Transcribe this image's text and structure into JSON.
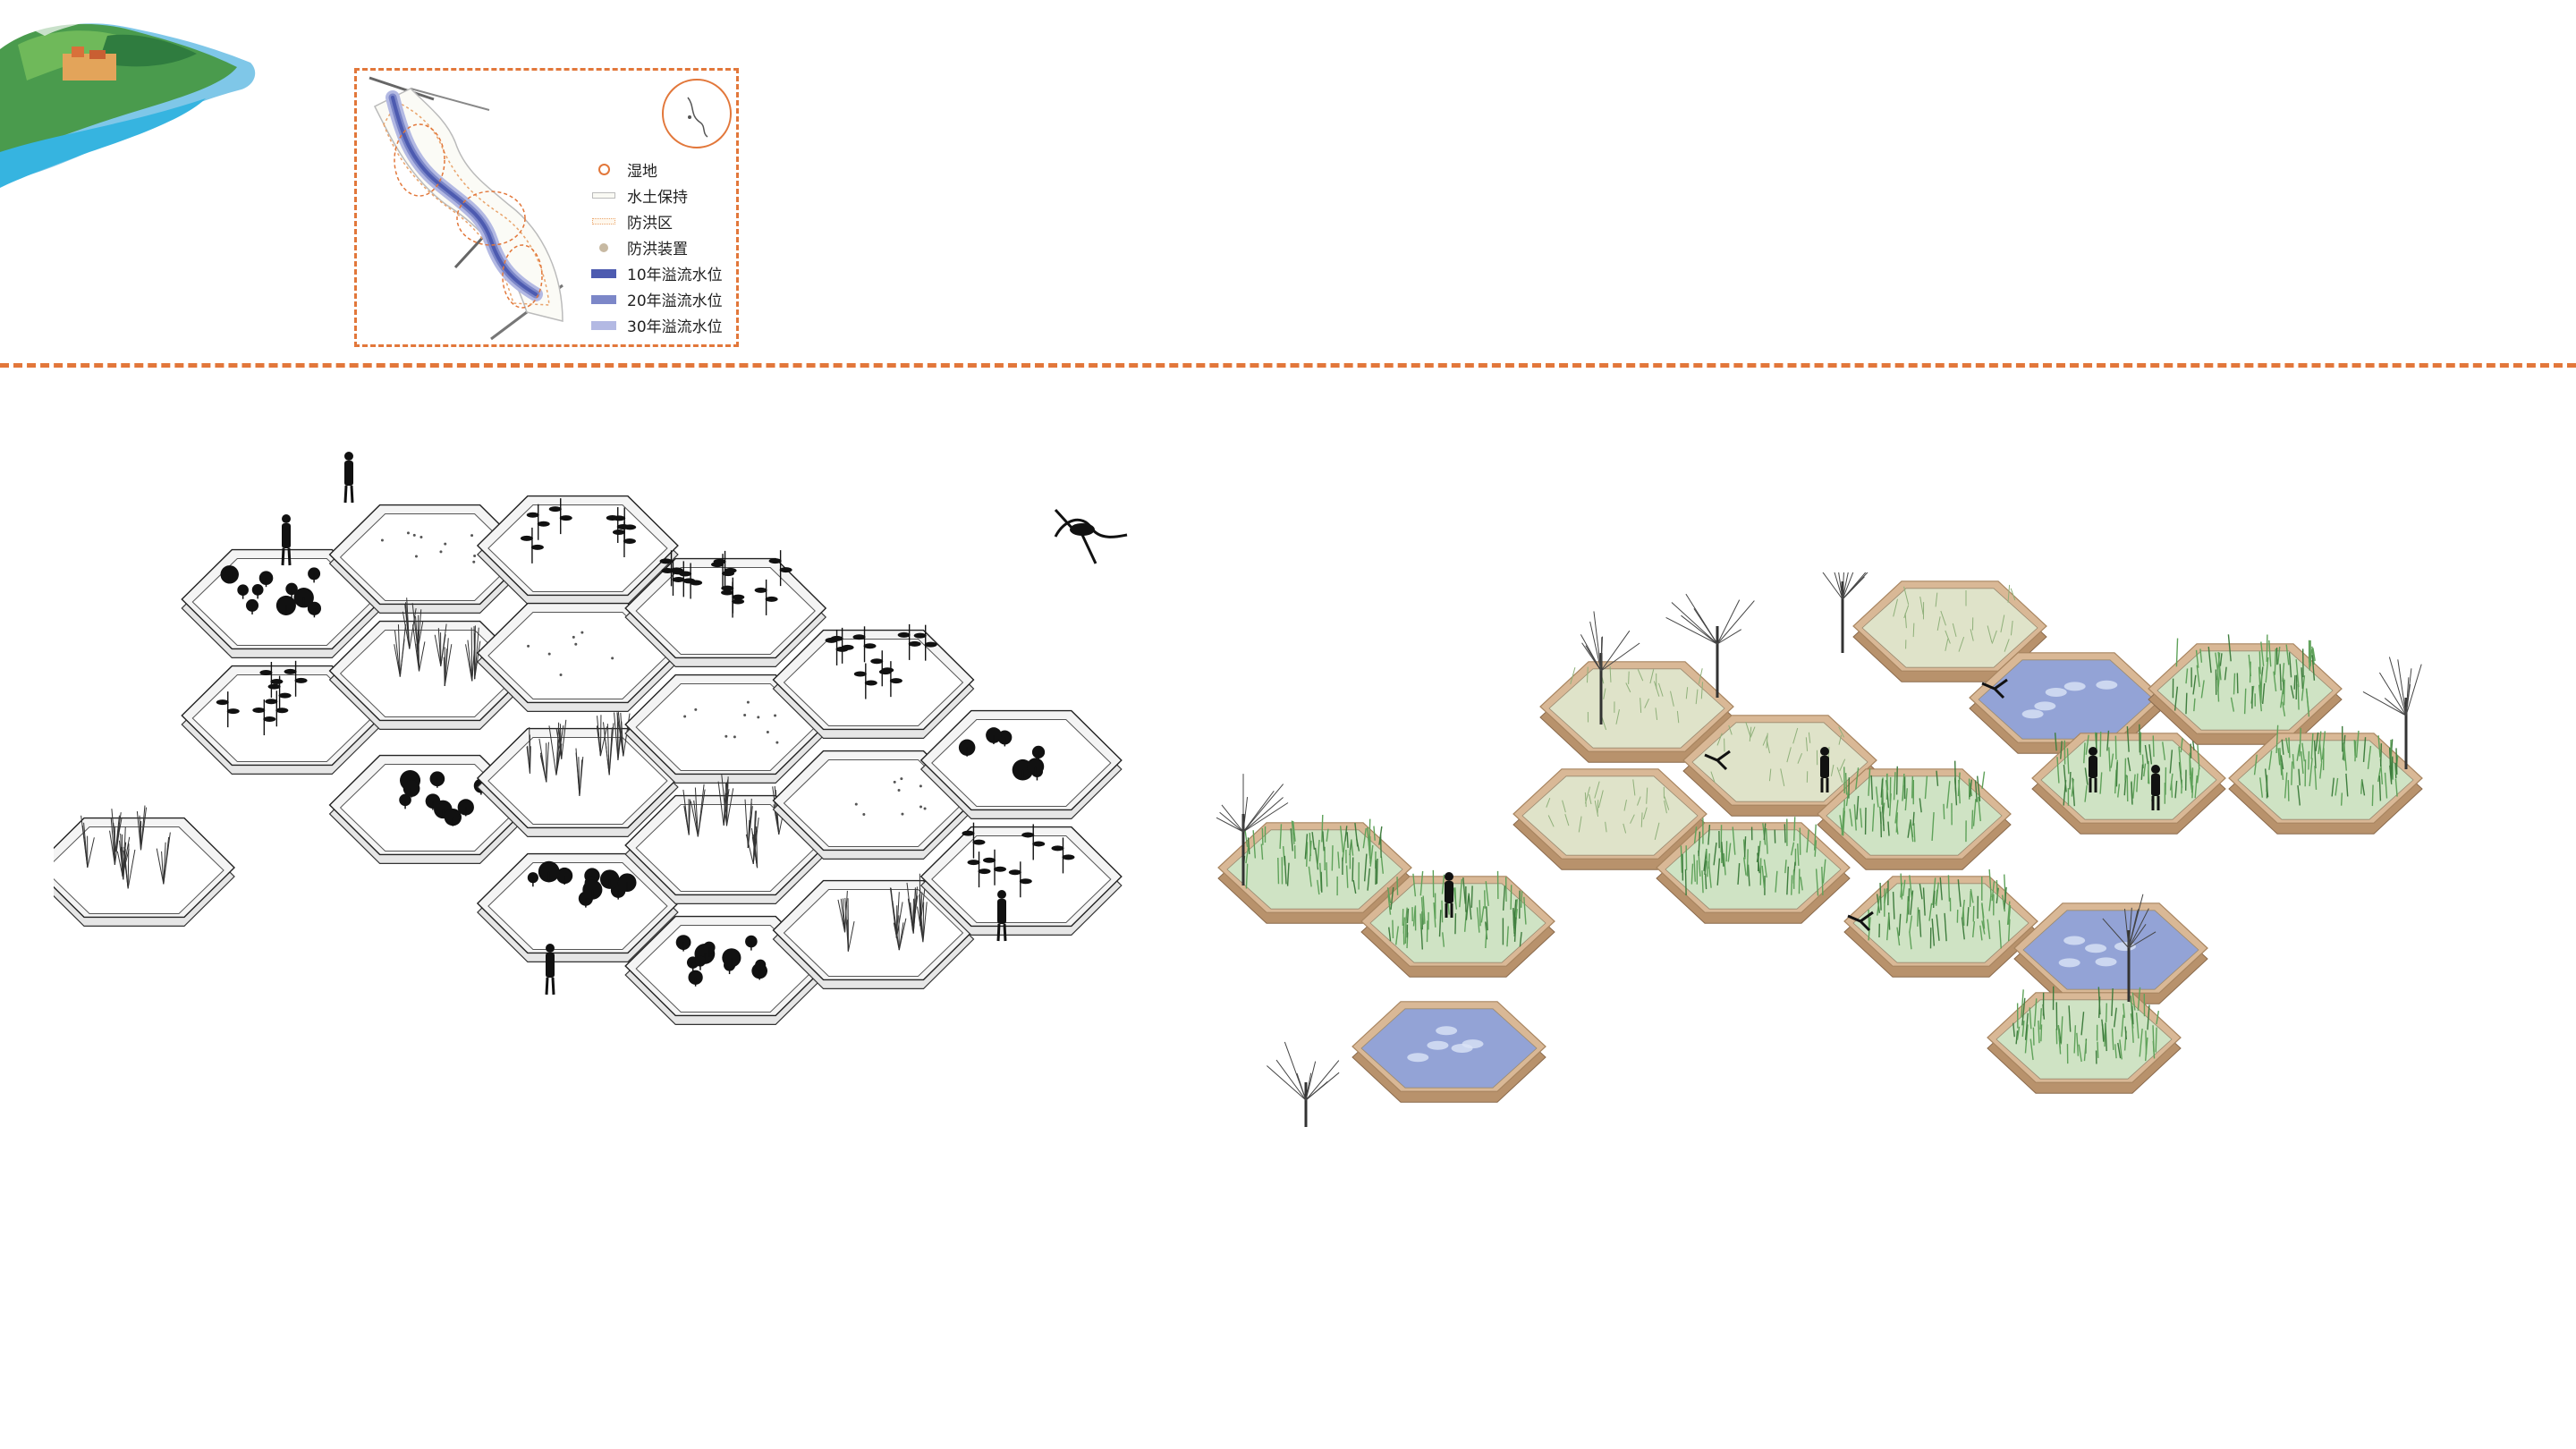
{
  "legend": {
    "items": [
      {
        "label": "湿地",
        "swatch": "circle",
        "color": "#e2773a"
      },
      {
        "label": "水土保持",
        "swatch": "rect-outline",
        "color": "#bbbbbb"
      },
      {
        "label": "防洪区",
        "swatch": "rect-dotted",
        "color": "#e9a46c"
      },
      {
        "label": "防洪装置",
        "swatch": "dot",
        "color": "#c7b9a2"
      },
      {
        "label": "10年溢流水位",
        "swatch": "bar",
        "color": "#4d5bb0"
      },
      {
        "label": "20年溢流水位",
        "swatch": "bar",
        "color": "#7c87c8"
      },
      {
        "label": "30年溢流水位",
        "swatch": "bar",
        "color": "#b3b9e3"
      }
    ]
  },
  "colors": {
    "accent": "#e2773a",
    "water": "#8fa0d8",
    "reed": "#5fa25a",
    "deck": "#d9b896",
    "line": "#222222"
  },
  "icons": [
    "corner-landscape-illustration",
    "site-map",
    "locator-map",
    "flamingo-icon",
    "person-silhouette-icon",
    "tree-icon",
    "reed-icon"
  ]
}
